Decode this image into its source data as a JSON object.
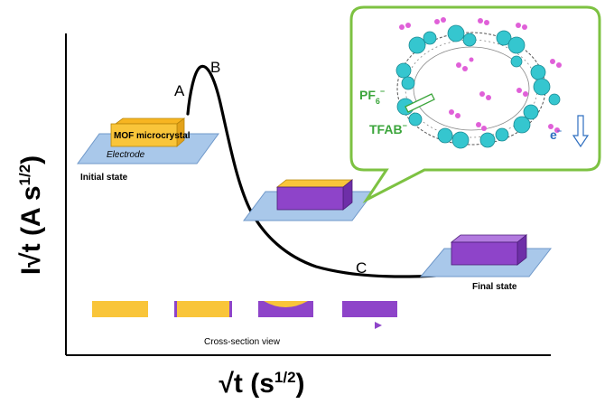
{
  "axes": {
    "y_label": "I√t (A s",
    "y_label_sup": "1/2",
    "y_label_close": ")",
    "x_label": "√t (s",
    "x_label_sup": "1/2",
    "x_label_close": ")"
  },
  "points": {
    "a": "A",
    "b": "B",
    "c": "C"
  },
  "stages": {
    "initial_crystal": "MOF microcrystal",
    "initial_electrode": "Electrode",
    "initial_state": "Initial state",
    "final_state": "Final state"
  },
  "cross_section": {
    "label": "Cross-section view"
  },
  "inset": {
    "anion_1": "PF",
    "anion_1_sub": "6",
    "anion_1_sup": "−",
    "anion_2": "TFAB",
    "anion_2_sup": "−",
    "electron": "e",
    "electron_sup": "−"
  },
  "colors": {
    "mof_yellow": "#F9C53A",
    "mof_purple": "#8E44C9",
    "electrode_blue": "#A9C8EA",
    "inset_border": "#7DC242",
    "inset_green_text": "#3BA53B",
    "electron_blue": "#2F6FC0",
    "cyan_cluster": "#35C6CF",
    "anion_pink": "#E060D8"
  }
}
